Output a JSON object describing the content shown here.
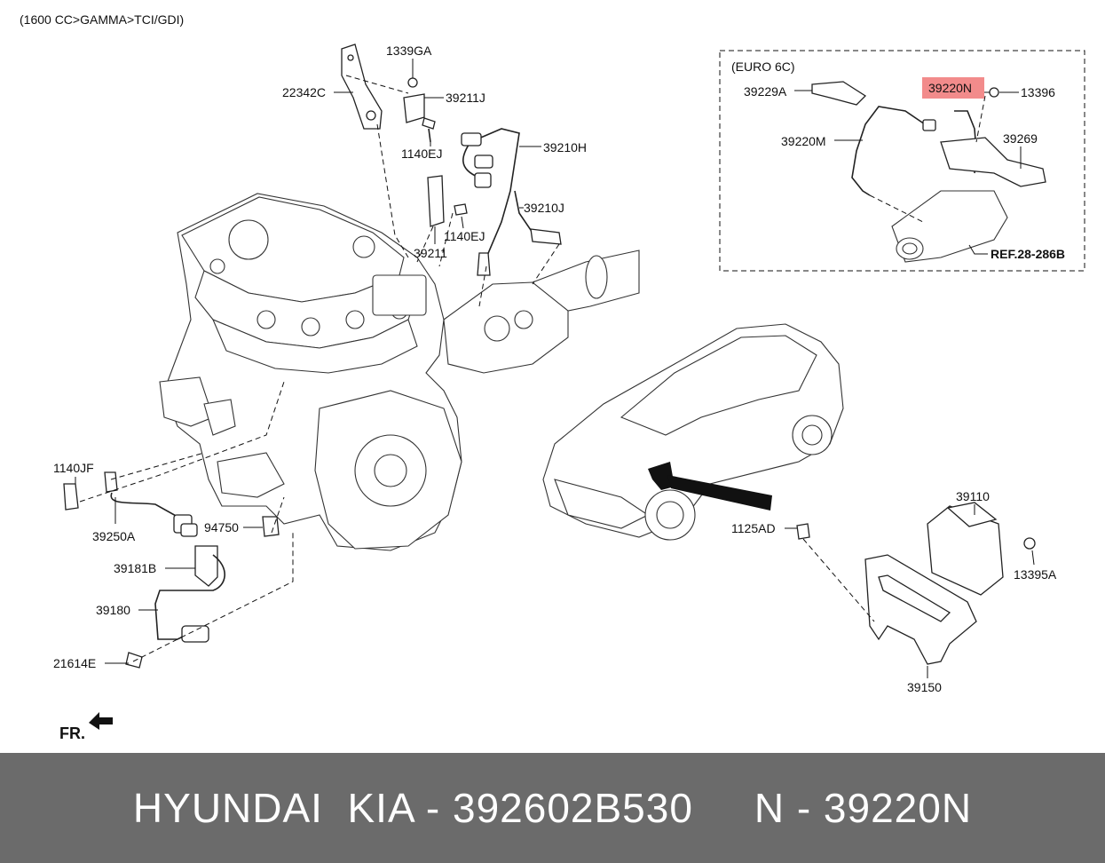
{
  "header": {
    "title": "(1600 CC>GAMMA>TCI/GDI)"
  },
  "inset": {
    "label": "(EURO 6C)",
    "ref": "REF.28-286B"
  },
  "callouts": {
    "p1339GA": "1339GA",
    "p22342C": "22342C",
    "p39211J": "39211J",
    "p1140EJ_a": "1140EJ",
    "p39210H": "39210H",
    "p39210J": "39210J",
    "p1140EJ_b": "1140EJ",
    "p39211": "39211",
    "p39229A": "39229A",
    "p39220N": "39220N",
    "p13396": "13396",
    "p39220M": "39220M",
    "p39269": "39269",
    "p1140JF": "1140JF",
    "p39250A": "39250A",
    "p94750": "94750",
    "p39181B": "39181B",
    "p39180": "39180",
    "p21614E": "21614E",
    "p1125AD": "1125AD",
    "p39110": "39110",
    "p13395A": "13395A",
    "p39150": "39150"
  },
  "highlight_color": "#f28b8b",
  "orientation": {
    "label": "FR."
  },
  "footer": {
    "text": "HYUNDAI  KIA - 392602B530     N - 39220N"
  }
}
